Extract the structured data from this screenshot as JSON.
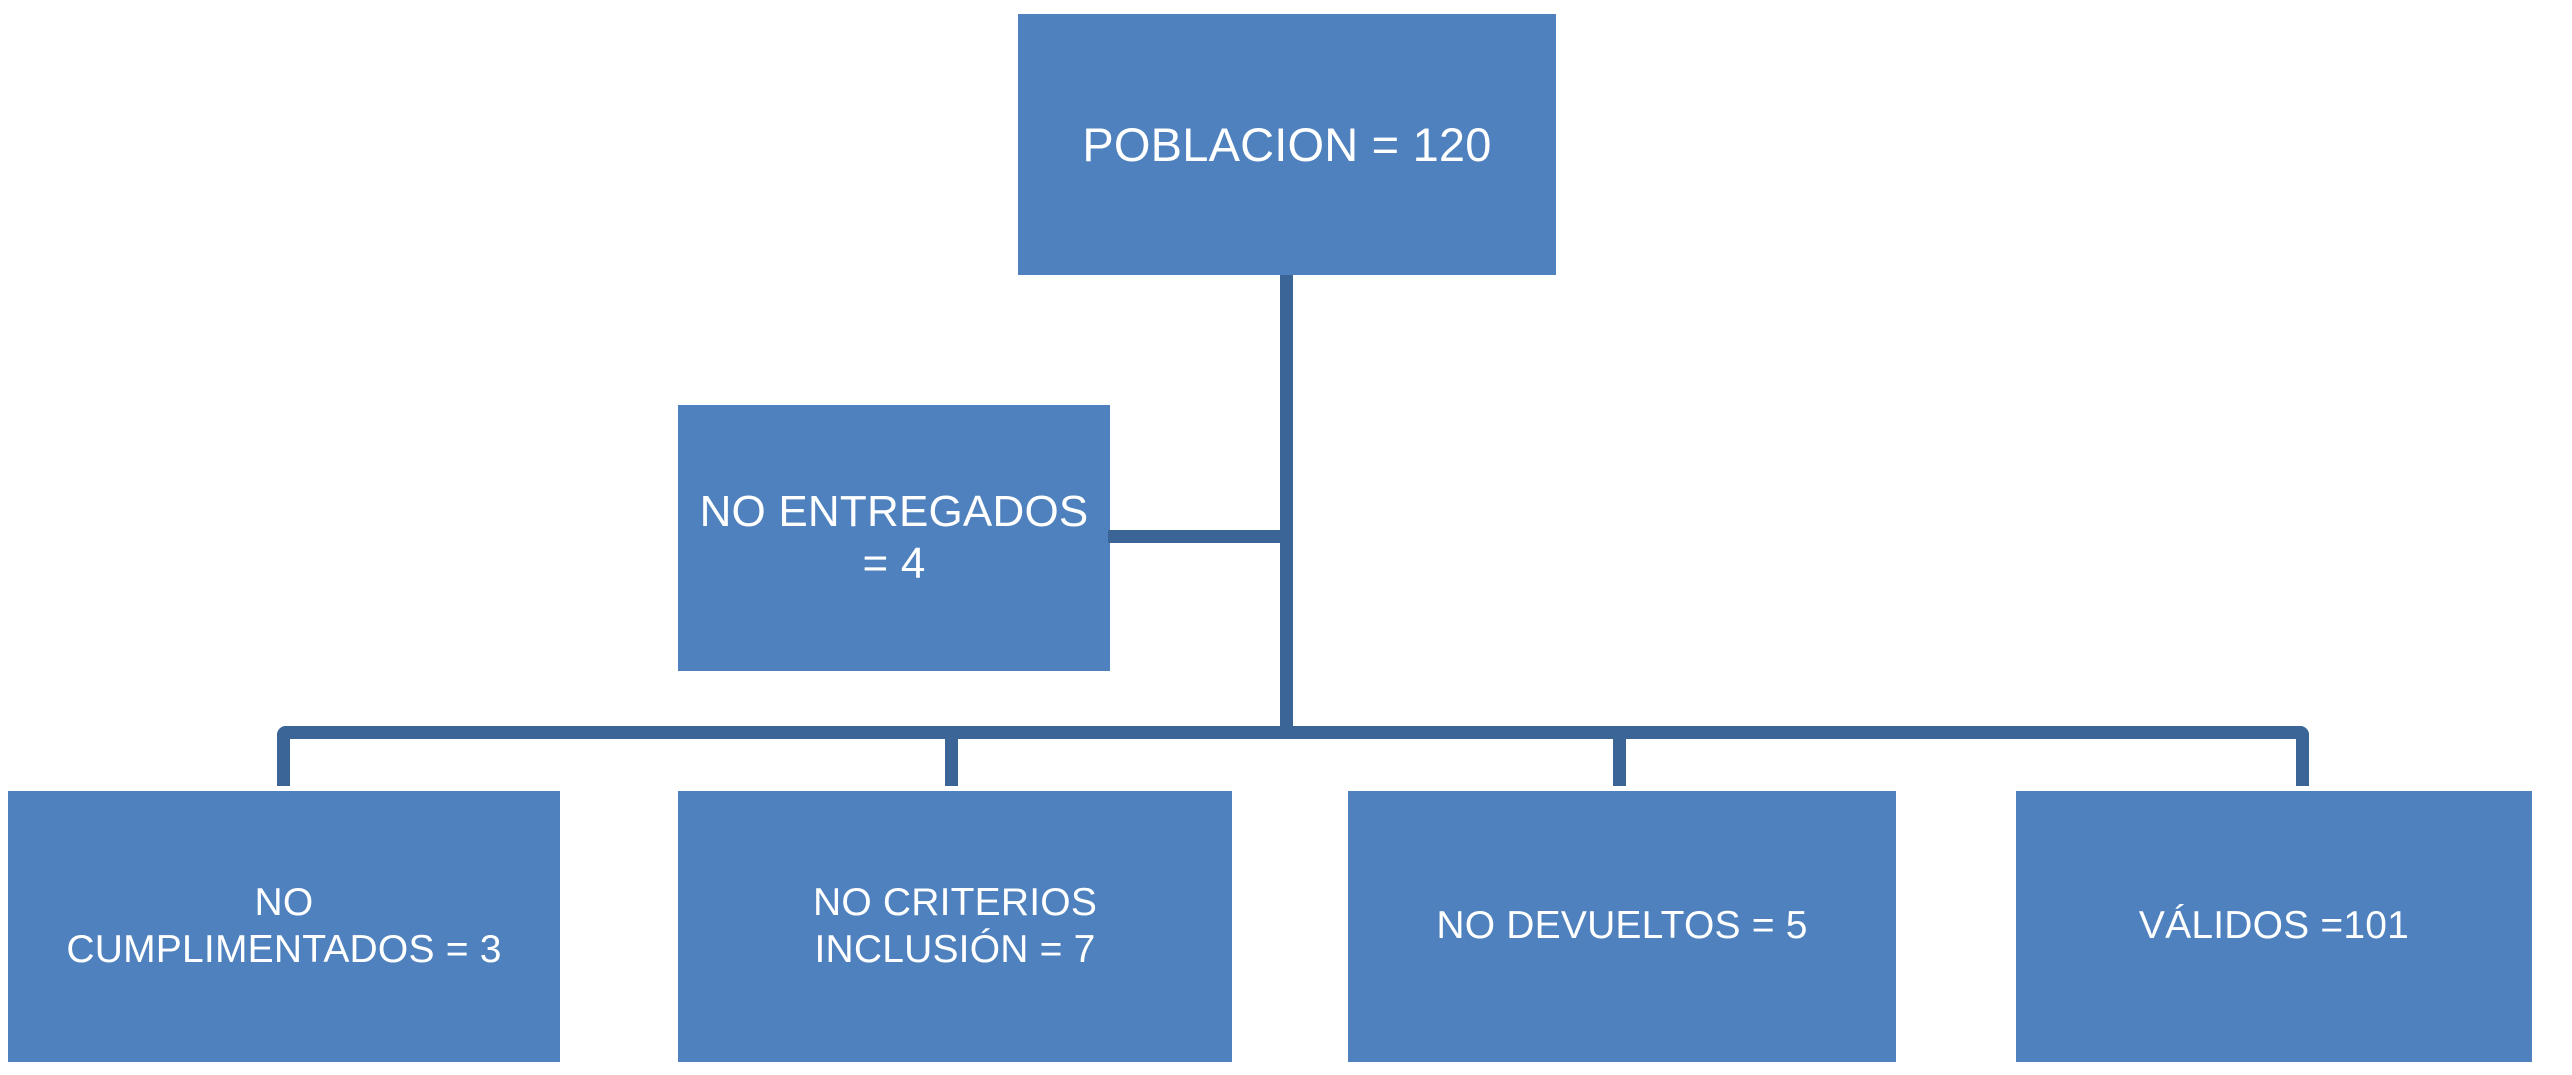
{
  "diagram": {
    "type": "flowchart",
    "title_text": "",
    "colors": {
      "node_fill": "#4E81BD",
      "node_text": "#FFFFFF",
      "connector": "#3B6596",
      "background": "#FFFFFF"
    },
    "nodes": {
      "root": {
        "label": "POBLACION = 120",
        "value": 120,
        "level": 1
      },
      "excluded_side": {
        "label": "NO ENTREGADOS = 4",
        "value": 4,
        "level": 2
      },
      "leaves": [
        {
          "label": "NO\nCUMPLIMENTADOS = 3",
          "value": 3,
          "level": 3
        },
        {
          "label": "NO CRITERIOS\nINCLUSIÓN = 7",
          "value": 7,
          "level": 3
        },
        {
          "label": "NO DEVUELTOS = 5",
          "value": 5,
          "level": 3
        },
        {
          "label": "VÁLIDOS =101",
          "value": 101,
          "level": 3
        }
      ]
    }
  }
}
